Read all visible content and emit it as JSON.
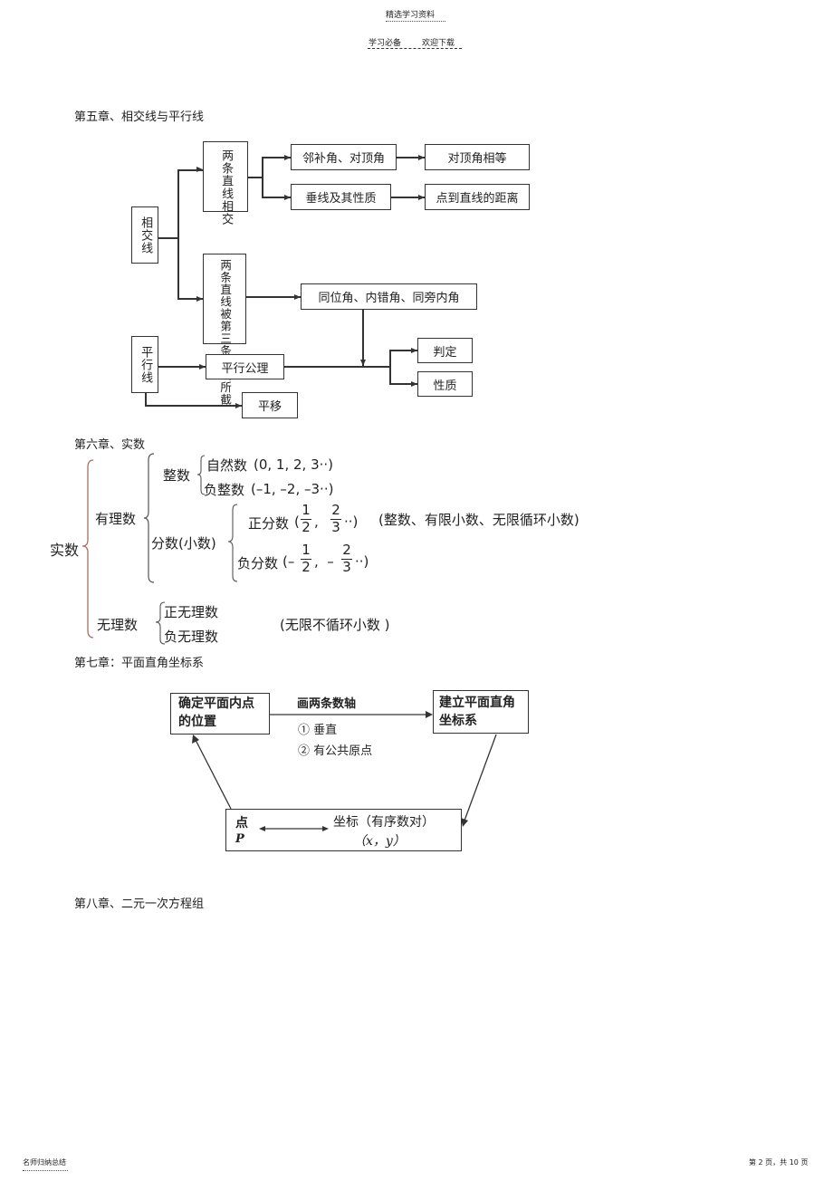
{
  "header": {
    "top_label": "精选学习资料",
    "sub_label_left": "学习必备",
    "sub_label_right": "欢迎下载"
  },
  "chapter5": {
    "title": "第五章、相交线与平行线",
    "boxes": {
      "xiangjiaoxian": "相交线",
      "liangtiao_xiangjiao": "两条直线相交",
      "linbu_duiding": "邻补角、对顶角",
      "duiding_xiangdeng": "对顶角相等",
      "chuixian": "垂线及其性质",
      "dian_juli": "点到直线的距离",
      "santiao_jie": "两条直线被第三条直线所截",
      "tongwei": "同位角、内错角、同旁内角",
      "pingxingxian": "平行线",
      "gongli": "平行公理",
      "panding": "判定",
      "xingzhi": "性质",
      "pingyi": "平移"
    }
  },
  "chapter6": {
    "title": "第六章、实数",
    "shishu": "实数",
    "youlishu": "有理数",
    "zhengshu": "整数",
    "ziranshu": "自然数",
    "ziranshu_vals": "(0,  1,  2,  3··)",
    "fuzhengshu": "负整数",
    "fuzhengshu_vals": "(–1,  –2,  –3··)",
    "fenshu": "分数(小数)",
    "zhengfenshu": "正分数",
    "fufenshu": "负分数",
    "frac_one": "1",
    "frac_two": "2",
    "frac_three": "3",
    "comment_rational": "(整数、有限小数、无限循环小数)",
    "wulishu": "无理数",
    "zhengwuli": "正无理数",
    "fuwuli": "负无理数",
    "comment_irrational": "(无限不循环小数      )"
  },
  "chapter7": {
    "title": "第七章：平面直角坐标系",
    "box_left": "确定平面内点的位置",
    "box_right": "建立平面直角坐标系",
    "axis_label": "画两条数轴",
    "cond1": "① 垂直",
    "cond2": "② 有公共原点",
    "point_label": "点",
    "point_p": "P",
    "coord_label": "坐标（有序数对）",
    "coord_xy": "（x，y）"
  },
  "chapter8": {
    "title": "第八章、二元一次方程组"
  },
  "footer": {
    "left": "名师归纳总结",
    "right": "第 2 页，共 10 页"
  }
}
